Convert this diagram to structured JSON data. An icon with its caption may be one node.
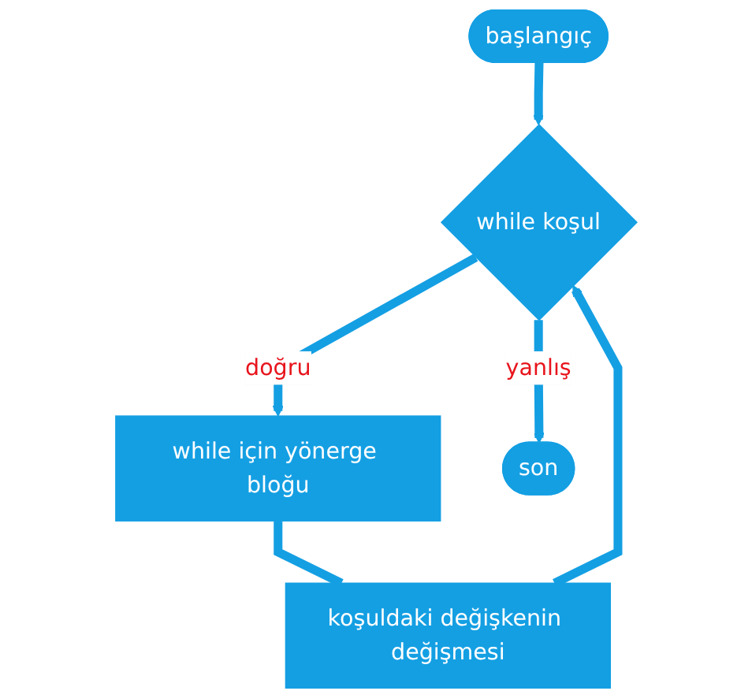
{
  "diagram": {
    "nodes": [
      {
        "text": [
          "başlangıç"
        ]
      },
      {
        "text": [
          "while koşul"
        ]
      },
      {
        "text": [
          "while için yönerge bloğu"
        ]
      },
      {
        "text": [
          "koşuldaki değişkenin değişmesi"
        ]
      },
      {
        "text": [
          "son"
        ]
      }
    ],
    "edges": [
      {
        "from": 0,
        "to": 1,
        "arrow": "to"
      },
      {
        "from": 1,
        "to": 2,
        "arrow": "to",
        "label": "doğru"
      },
      {
        "from": 2,
        "to": 3,
        "arrow": "none"
      },
      {
        "from": 3,
        "to": 1,
        "arrow": "to"
      },
      {
        "from": 1,
        "to": 4,
        "arrow": "to",
        "label": "yanlış"
      }
    ]
  }
}
